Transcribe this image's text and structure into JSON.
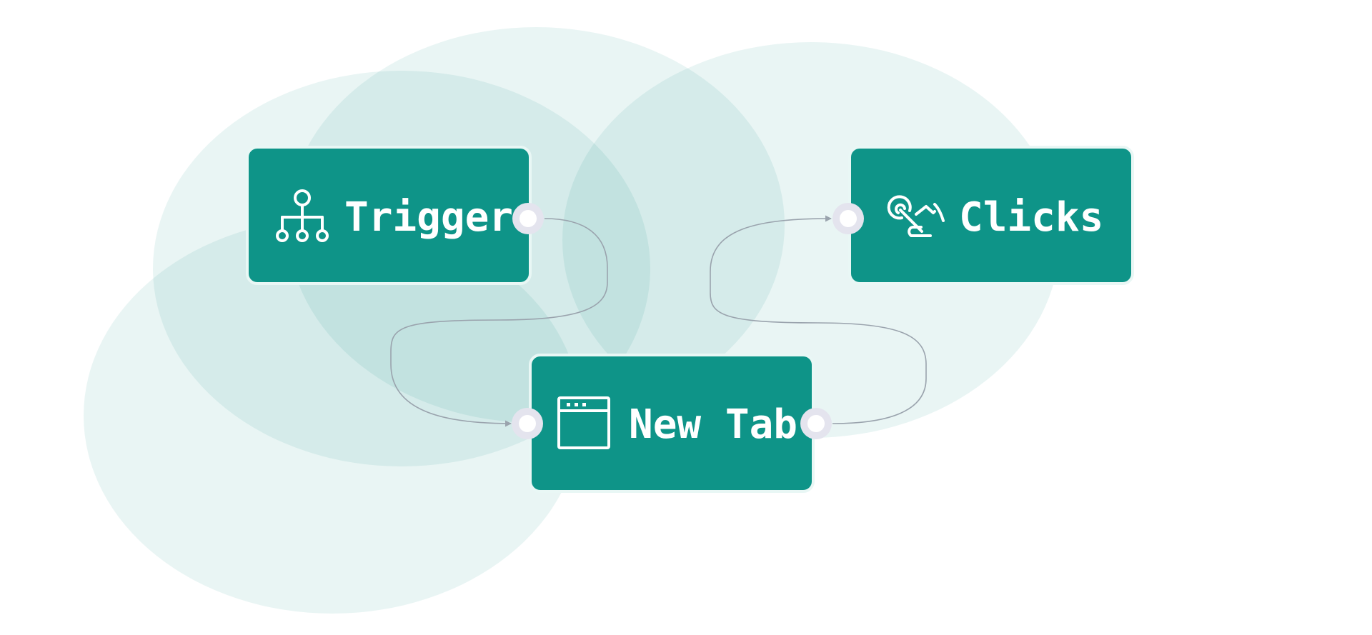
{
  "colors": {
    "background": "#ffffff",
    "blob": "#0e9488",
    "node_fill": "#0e9488",
    "node_border": "#e9f7f5",
    "port_ring": "#e4e4ee",
    "port_center": "#ffffff",
    "connector": "#9aa3ad",
    "arrowhead": "#9aa3ad",
    "icon_stroke": "#ffffff",
    "label": "#ffffff"
  },
  "nodes": [
    {
      "id": "trigger",
      "label": "Trigger",
      "icon": "sitemap-icon"
    },
    {
      "id": "new-tab",
      "label": "New Tab",
      "icon": "browser-window-icon"
    },
    {
      "id": "clicks",
      "label": "Clicks",
      "icon": "click-gesture-icon"
    }
  ],
  "connections": [
    {
      "from": "trigger",
      "to": "new-tab"
    },
    {
      "from": "new-tab",
      "to": "clicks"
    }
  ]
}
